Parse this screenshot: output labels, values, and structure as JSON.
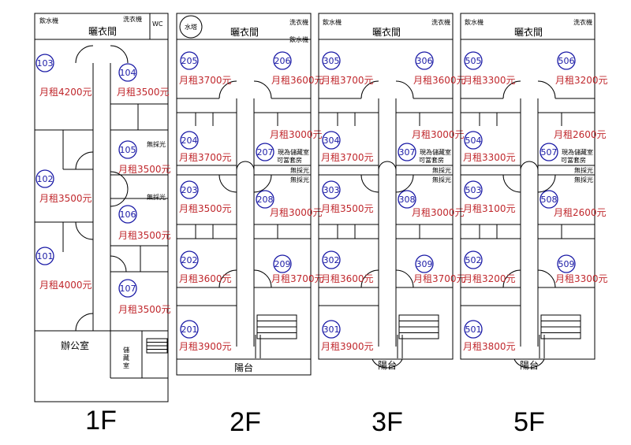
{
  "colors": {
    "wall": "#000000",
    "room_number": "#1a1aa6",
    "rent": "#c0282d"
  },
  "labels": {
    "drying_room": "曬衣間",
    "water_dispenser": "飲水機",
    "washer": "洗衣機",
    "wc": "WC",
    "water_tower": "水塔",
    "office": "辦公室",
    "storage": "儲藏室",
    "no_light": "無採光",
    "balcony": "陽台",
    "room207_note": "現為儲藏室可當套房"
  },
  "floors": [
    {
      "name": "1F",
      "rooms": [
        {
          "number": "103",
          "rent": "月租4200元"
        },
        {
          "number": "104",
          "rent": "月租3500元"
        },
        {
          "number": "105",
          "rent": "月租3500元",
          "note": "無採光"
        },
        {
          "number": "102",
          "rent": "月租3500元"
        },
        {
          "number": "106",
          "rent": "月租3500元",
          "note": "無採光"
        },
        {
          "number": "101",
          "rent": "月租4000元"
        },
        {
          "number": "107",
          "rent": "月租3500元"
        }
      ]
    },
    {
      "name": "2F",
      "rooms": [
        {
          "number": "205",
          "rent": "月租3700元"
        },
        {
          "number": "206",
          "rent": "月租3600元"
        },
        {
          "number": "204",
          "rent": "月租3700元"
        },
        {
          "number": "207",
          "rent": "月租3000元",
          "note": "無採光"
        },
        {
          "number": "203",
          "rent": "月租3500元"
        },
        {
          "number": "208",
          "rent": "月租3000元",
          "note": "無採光"
        },
        {
          "number": "202",
          "rent": "月租3600元"
        },
        {
          "number": "209",
          "rent": "月租3700元"
        },
        {
          "number": "201",
          "rent": "月租3900元"
        }
      ]
    },
    {
      "name": "3F",
      "rooms": [
        {
          "number": "305",
          "rent": "月租3700元"
        },
        {
          "number": "306",
          "rent": "月租3600元"
        },
        {
          "number": "304",
          "rent": "月租3700元"
        },
        {
          "number": "307",
          "rent": "月租3000元",
          "note": "無採光"
        },
        {
          "number": "303",
          "rent": "月租3500元"
        },
        {
          "number": "308",
          "rent": "月租3000元",
          "note": "無採光"
        },
        {
          "number": "302",
          "rent": "月租3600元"
        },
        {
          "number": "309",
          "rent": "月租3700元"
        },
        {
          "number": "301",
          "rent": "月租3900元"
        }
      ]
    },
    {
      "name": "5F",
      "rooms": [
        {
          "number": "505",
          "rent": "月租3300元"
        },
        {
          "number": "506",
          "rent": "月租3200元"
        },
        {
          "number": "504",
          "rent": "月租3300元"
        },
        {
          "number": "507",
          "rent": "月租2600元",
          "note": "無採光"
        },
        {
          "number": "503",
          "rent": "月租3100元"
        },
        {
          "number": "508",
          "rent": "月租2600元",
          "note": "無採光"
        },
        {
          "number": "502",
          "rent": "月租3200元"
        },
        {
          "number": "509",
          "rent": "月租3300元"
        },
        {
          "number": "501",
          "rent": "月租3800元"
        }
      ]
    }
  ]
}
